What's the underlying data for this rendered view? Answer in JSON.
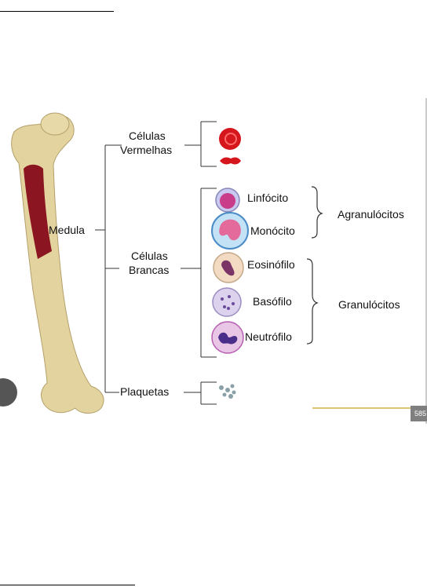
{
  "diagram": {
    "root": "Medula",
    "branches": {
      "red": "Células\nVermelhas",
      "white": "Células\nBrancas",
      "platelets": "Plaquetas"
    },
    "cells": [
      "Linfócito",
      "Monócito",
      "Eosinófilo",
      "Basófilo",
      "Neutrófilo"
    ],
    "groups": [
      "Agranulócitos",
      "Granulócitos"
    ]
  },
  "page_number": "585",
  "colors": {
    "bone": "#e3d39f",
    "marrow": "#8b1520",
    "line": "#333333",
    "accent_line": "#e0c472",
    "red_cell": "#d5161d"
  }
}
